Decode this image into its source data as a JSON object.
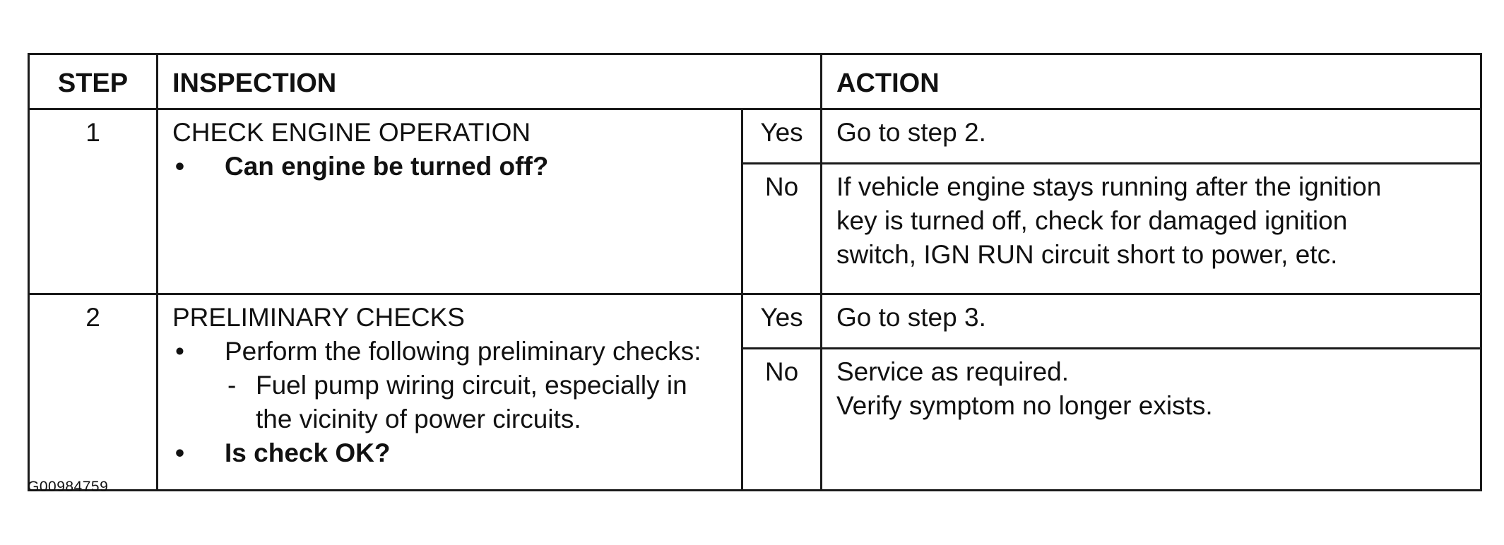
{
  "table": {
    "headers": {
      "step": "STEP",
      "inspection": "INSPECTION",
      "action": "ACTION"
    },
    "rows": [
      {
        "step": "1",
        "title": "CHECK ENGINE OPERATION",
        "bullets": [
          "Can engine be turned off?"
        ],
        "answers": [
          {
            "label": "Yes",
            "action_lines": [
              "Go to step 2."
            ]
          },
          {
            "label": "No",
            "action_lines": [
              "If vehicle engine stays running after the ignition",
              "key is turned off, check for damaged ignition",
              "switch, IGN RUN circuit short to power, etc."
            ]
          }
        ]
      },
      {
        "step": "2",
        "title": "PRELIMINARY CHECKS",
        "bullet_1": "Perform the following preliminary checks:",
        "sub_lines": [
          "Fuel pump wiring circuit, especially in",
          "the vicinity of power circuits."
        ],
        "bullet_2": "Is check OK?",
        "answers": [
          {
            "label": "Yes",
            "action_lines": [
              "Go to step 3."
            ]
          },
          {
            "label": "No",
            "action_lines": [
              "Service as required.",
              "Verify symptom no longer exists."
            ]
          }
        ]
      }
    ]
  },
  "bullet_glyph": "•",
  "dash_glyph": "-",
  "figure_id": "G00984759"
}
